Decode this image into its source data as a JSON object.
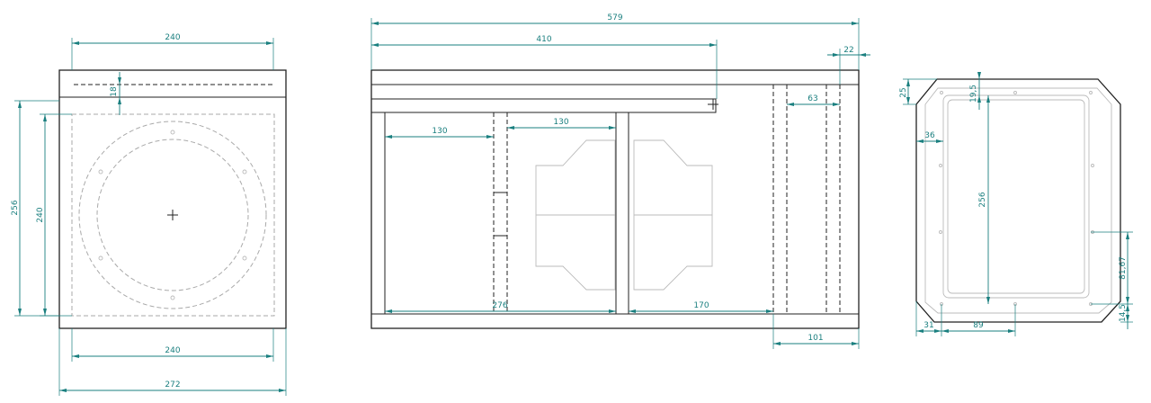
{
  "colors": {
    "outline": "#222222",
    "dimension": "#1a7f7f",
    "hidden": "#aaaaaa"
  },
  "front_view": {
    "dim_top": "240",
    "dim_panel": "18",
    "dim_height_outer": "256",
    "dim_height_inner": "240",
    "dim_bottom_inner": "240",
    "dim_bottom_outer": "272"
  },
  "side_view": {
    "dim_total": "579",
    "dim_shelf": "410",
    "dim_right_gap": "22",
    "dim_port": "63",
    "dim_left_130": "130",
    "dim_mid_130": "130",
    "dim_276": "276",
    "dim_170": "170",
    "dim_101": "101"
  },
  "top_view": {
    "dim_chamfer_25": "25",
    "dim_19_5": "19,5",
    "dim_36": "36",
    "dim_256": "256",
    "dim_81_67": "81,67",
    "dim_14_5": "14,5",
    "dim_31": "31",
    "dim_89": "89"
  }
}
